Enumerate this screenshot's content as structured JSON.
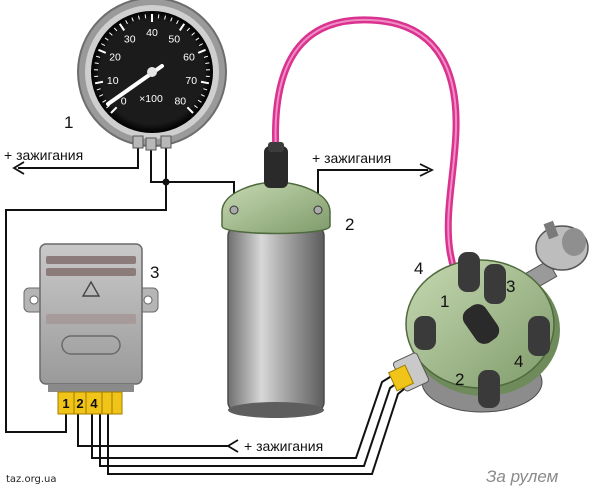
{
  "tachometer": {
    "scale": [
      "0",
      "10",
      "20",
      "30",
      "40",
      "50",
      "60",
      "70",
      "80"
    ],
    "multiplier": "×100"
  },
  "module": {
    "pins": [
      "1",
      "2",
      "4"
    ]
  },
  "distributor": {
    "cylinders": [
      "1",
      "3",
      "4",
      "2"
    ]
  },
  "callouts": [
    "1",
    "2",
    "3",
    "4"
  ],
  "labels": {
    "ignition_left": "+ зажигания",
    "ignition_right": "+ зажигания",
    "ignition_bottom": "+ зажигания"
  },
  "footer": {
    "source": "taz.org.ua",
    "brand": "За рулем"
  },
  "colors": {
    "high_voltage_lead": "#d9338f",
    "cap_green": "#9cb585",
    "connector_yellow": "#f0c419"
  }
}
